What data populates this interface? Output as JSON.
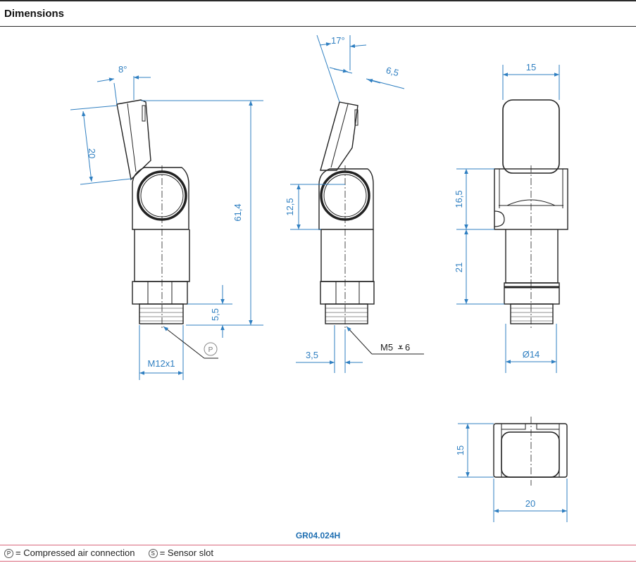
{
  "header": {
    "title": "Dimensions"
  },
  "colors": {
    "dimension": "#2f7fc1",
    "outline": "#222222",
    "code": "#1f6fb2",
    "legend_rule": "#d9667a"
  },
  "dimensions": {
    "angle_left": "8°",
    "height_20": "20",
    "total_61_4": "61,4",
    "thread_5_5": "5,5",
    "thread_m12": "M12x1",
    "port_label": "P",
    "angle_mid": "17°",
    "slot_6_5": "6,5",
    "h_12_5": "12,5",
    "offset_3_5": "3,5",
    "thread_m5": "M5",
    "thread_m5_depth": "6",
    "width_15_top": "15",
    "h_16_5": "16,5",
    "h_21": "21",
    "dia_14": "Ø14",
    "height_15": "15",
    "width_20": "20"
  },
  "footer": {
    "code": "GR04.024H",
    "legend_p_symbol": "P",
    "legend_p_text": "= Compressed air connection",
    "legend_s_symbol": "S",
    "legend_s_text": "= Sensor slot"
  }
}
